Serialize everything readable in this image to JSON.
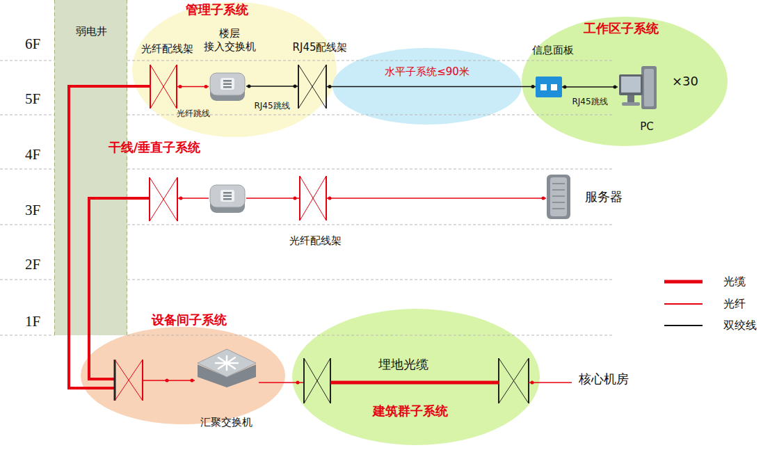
{
  "diagram": {
    "nodes": [
      {
        "text": [
          "弱电井"
        ]
      },
      {
        "text": [
          "管理子系统"
        ]
      },
      {
        "text": [
          "光纤配线架"
        ],
        "in": 1
      },
      {
        "text": [
          "楼层 接入交换机"
        ],
        "in": 1
      },
      {
        "text": [
          "RJ45配线架"
        ],
        "in": 1
      },
      {
        "text": [
          "水平子系统≤90米"
        ]
      },
      {
        "text": [
          "工作区子系统"
        ]
      },
      {
        "text": [
          "信息面板"
        ],
        "in": 6
      },
      {
        "text": [
          "PC"
        ],
        "in": 6
      },
      {
        "text": [
          "光纤配线架"
        ]
      },
      {
        "text": [
          "服务器"
        ]
      },
      {
        "text": [
          "设备间子系统"
        ]
      },
      {
        "text": [
          "汇聚交换机"
        ],
        "in": 11
      },
      {
        "text": [
          "埋地光缆",
          "建筑群子系统"
        ]
      }
    ],
    "edges": [
      {
        "from": 2,
        "to": 3,
        "arrow": "none",
        "label": "光纤跳线"
      },
      {
        "from": 3,
        "to": 4,
        "arrow": "none",
        "label": "RJ45跳线"
      },
      {
        "from": 4,
        "to": 7,
        "arrow": "none"
      },
      {
        "from": 7,
        "to": 8,
        "arrow": "none",
        "label": "RJ45跳线"
      },
      {
        "from": 9,
        "to": 10,
        "arrow": "none"
      }
    ],
    "labels": [
      "6F",
      "5F",
      "4F",
      "3F",
      "2F",
      "1F",
      "干线/垂直子系统",
      "×30",
      "核心机房"
    ],
    "legend": [
      {
        "text": "光缆"
      },
      {
        "text": "光纤"
      },
      {
        "text": "双绞线"
      }
    ]
  }
}
